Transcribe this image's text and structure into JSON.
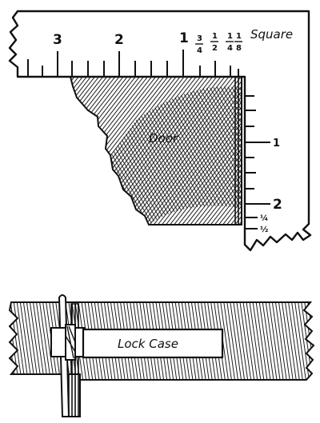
{
  "figure_top": {
    "square_label": "Square",
    "door_label": "Door",
    "top_scale": [
      "3",
      "2",
      "1"
    ],
    "top_fractions": [
      {
        "num": "3",
        "den": "4"
      },
      {
        "num": "1",
        "den": "2"
      },
      {
        "num": "1",
        "den": "4"
      },
      {
        "num": "1",
        "den": "8"
      }
    ],
    "side_scale": {
      "one": "1",
      "two": "2",
      "quarter": "¼",
      "half": "½"
    }
  },
  "figure_bottom": {
    "lock_case_label": "Lock Case"
  }
}
